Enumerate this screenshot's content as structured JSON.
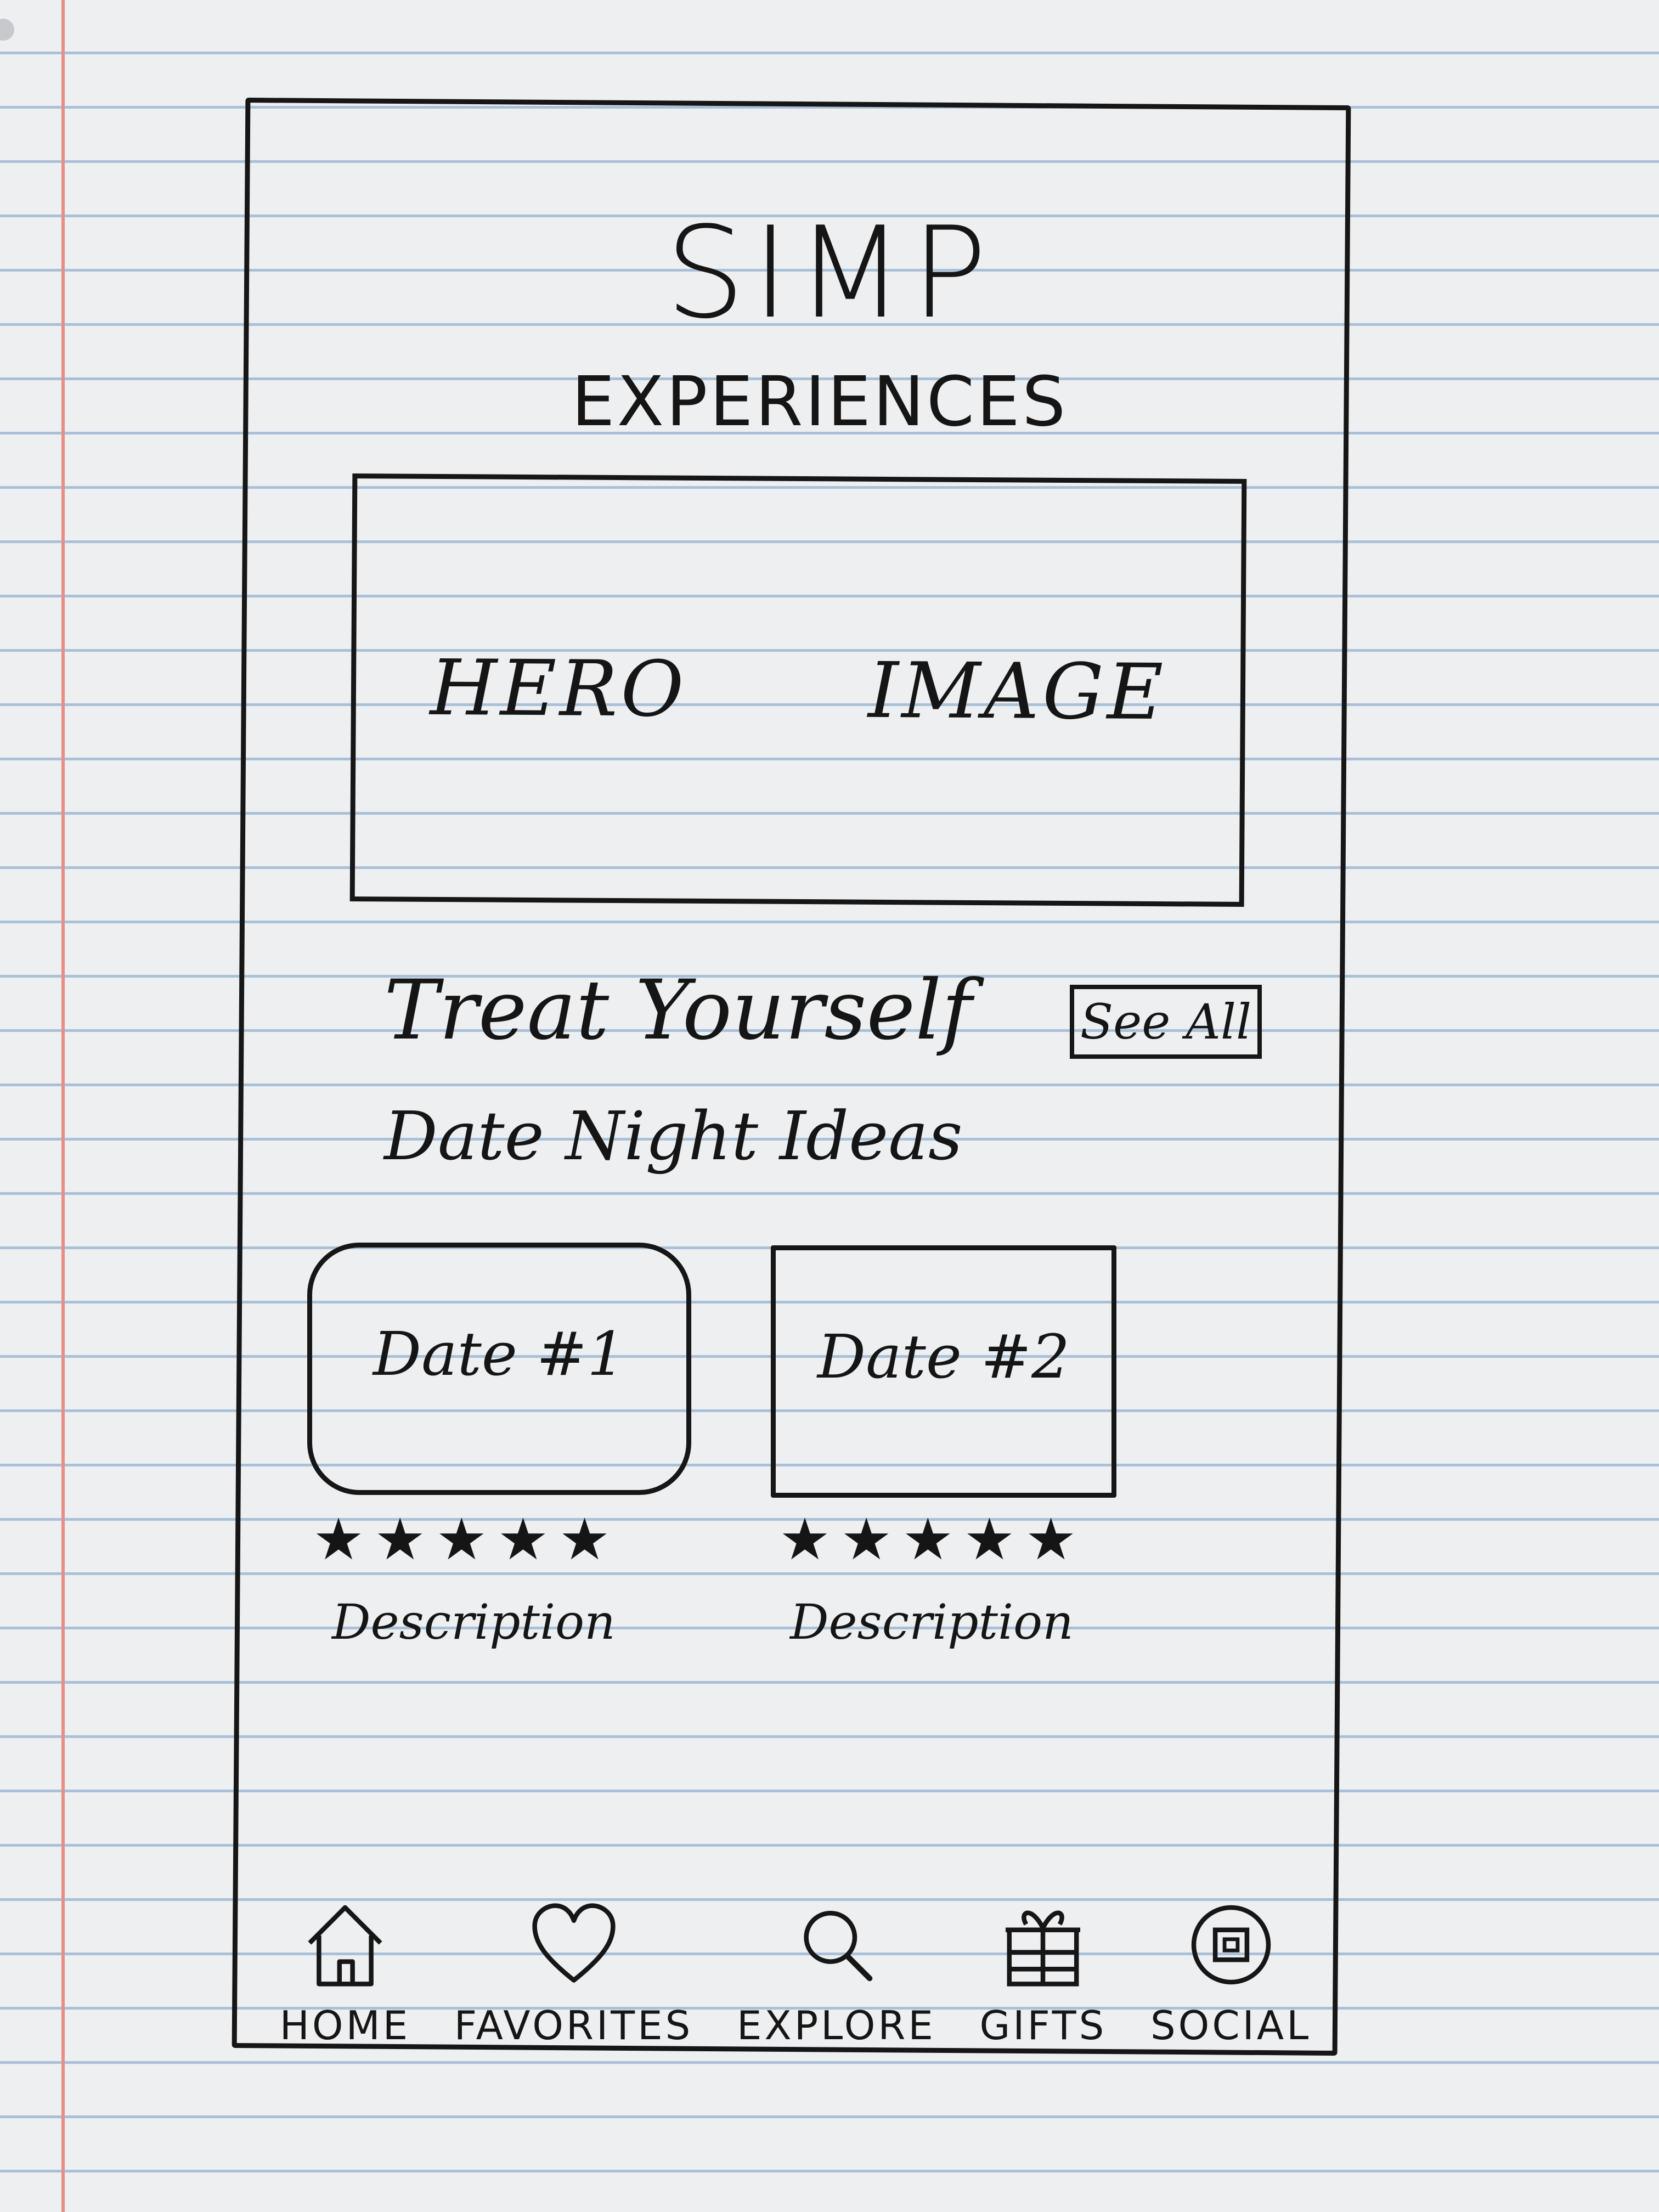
{
  "header": {
    "title": "SIMP",
    "subtitle": "EXPERIENCES"
  },
  "hero": {
    "word1": "HERO",
    "word2": "IMAGE"
  },
  "section": {
    "title": "Treat Yourself",
    "see_all_label": "See All",
    "subtitle": "Date Night Ideas"
  },
  "cards": [
    {
      "label": "Date #1",
      "rating": 5,
      "stars": "★★★★★",
      "description": "Description"
    },
    {
      "label": "Date #2",
      "rating": 5,
      "stars": "★★★★★",
      "description": "Description"
    }
  ],
  "nav": {
    "items": [
      {
        "label": "HOME",
        "icon": "home-icon"
      },
      {
        "label": "FAVORITES",
        "icon": "heart-icon"
      },
      {
        "label": "EXPLORE",
        "icon": "search-icon"
      },
      {
        "label": "GIFTS",
        "icon": "gift-icon"
      },
      {
        "label": "SOCIAL",
        "icon": "social-icon"
      }
    ]
  },
  "colors": {
    "ink": "#161616",
    "paper": "#eeeff1",
    "rule_line": "#a9c1d8",
    "margin_line": "#e58f86"
  }
}
